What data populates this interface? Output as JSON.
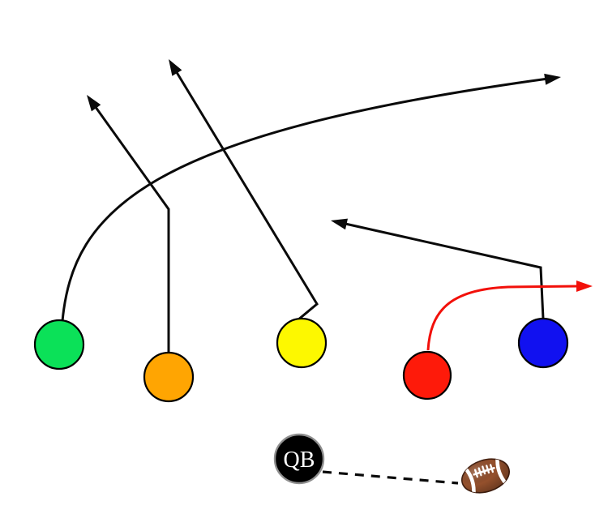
{
  "canvas": {
    "background": "#FFFFFF"
  },
  "players": [
    {
      "id": "green-receiver",
      "color": "#0BE158",
      "outline": "#000000"
    },
    {
      "id": "orange-receiver",
      "color": "#FFA502",
      "outline": "#000000"
    },
    {
      "id": "yellow-receiver",
      "color": "#FDF800",
      "outline": "#000000"
    },
    {
      "id": "red-receiver",
      "color": "#FE1A0A",
      "outline": "#000000"
    },
    {
      "id": "blue-receiver",
      "color": "#1111F0",
      "outline": "#000000"
    },
    {
      "id": "quarterback",
      "label": "QB",
      "color": "#000000",
      "label_color": "#FFFFFF",
      "outline": "#8F8F8F"
    }
  ],
  "routes": {
    "line_color": "#0A0A0A",
    "red_route_color": "#F2100A"
  },
  "ball": {
    "icon": "football-icon",
    "body_color": "#94502C",
    "body_dark": "#5F2D16",
    "lace_color": "#FFFFFF"
  }
}
